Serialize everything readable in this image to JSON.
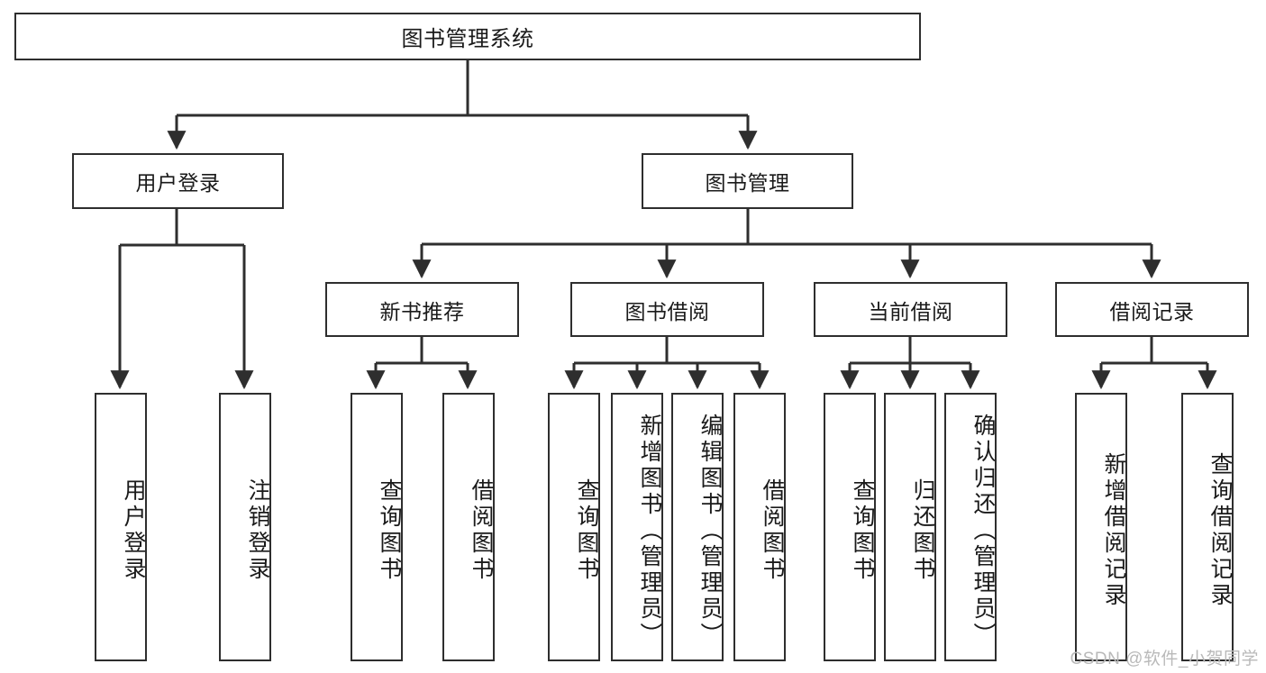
{
  "diagram": {
    "type": "tree-hierarchy",
    "title": "图书管理系统",
    "watermark": "CSDN @软件_小贺同学",
    "colors": {
      "box_border": "#2e2e2e",
      "box_fill": "#ffffff",
      "connector": "#2e2e2e",
      "text": "#1a1a1a",
      "watermark": "#b9b9b9",
      "background": "#ffffff"
    },
    "root": {
      "label": "图书管理系统"
    },
    "level2": [
      {
        "id": "user-login",
        "label": "用户登录"
      },
      {
        "id": "book-management",
        "label": "图书管理"
      }
    ],
    "level3": [
      {
        "id": "new-book-recommend",
        "label": "新书推荐"
      },
      {
        "id": "book-borrow",
        "label": "图书借阅"
      },
      {
        "id": "current-borrow",
        "label": "当前借阅"
      },
      {
        "id": "borrow-record",
        "label": "借阅记录"
      }
    ],
    "leaves": {
      "user_login": [
        {
          "id": "leaf-user-login",
          "label": "用户登录"
        },
        {
          "id": "leaf-logout-login",
          "label": "注销登录"
        }
      ],
      "new_book_recommend": [
        {
          "id": "leaf-query-book-1",
          "label": "查询图书"
        },
        {
          "id": "leaf-borrow-book-1",
          "label": "借阅图书"
        }
      ],
      "book_borrow": [
        {
          "id": "leaf-query-book-2",
          "label": "查询图书"
        },
        {
          "id": "leaf-add-book",
          "label": "新增图书（管理员）"
        },
        {
          "id": "leaf-edit-book",
          "label": "编辑图书（管理员）"
        },
        {
          "id": "leaf-borrow-book-2",
          "label": "借阅图书"
        }
      ],
      "current_borrow": [
        {
          "id": "leaf-query-book-3",
          "label": "查询图书"
        },
        {
          "id": "leaf-return-book",
          "label": "归还图书"
        },
        {
          "id": "leaf-confirm-return",
          "label": "确认归还（管理员）"
        }
      ],
      "borrow_record": [
        {
          "id": "leaf-add-record",
          "label": "新增借阅记录"
        },
        {
          "id": "leaf-query-record",
          "label": "查询借阅记录"
        }
      ]
    }
  }
}
